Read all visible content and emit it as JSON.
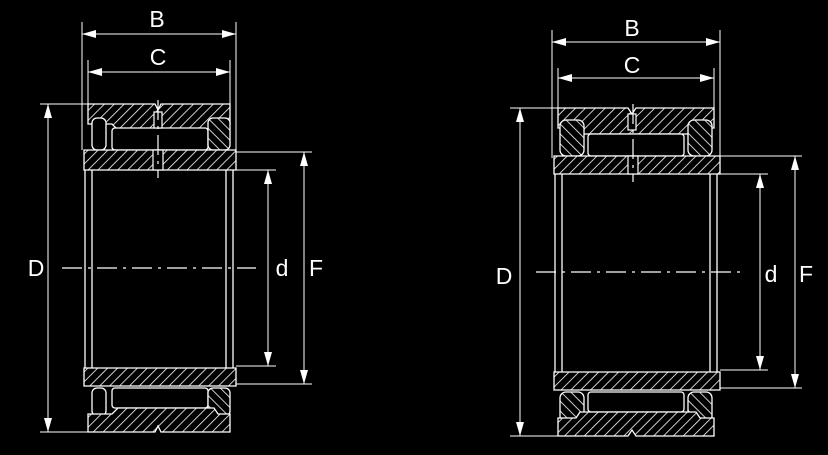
{
  "colors": {
    "background": "#000000",
    "line": "#ffffff"
  },
  "left_bearing": {
    "labels": {
      "B": "B",
      "C": "C",
      "D": "D",
      "d": "d",
      "F": "F"
    }
  },
  "right_bearing": {
    "labels": {
      "B": "B",
      "C": "C",
      "D": "D",
      "d": "d",
      "F": "F"
    }
  }
}
